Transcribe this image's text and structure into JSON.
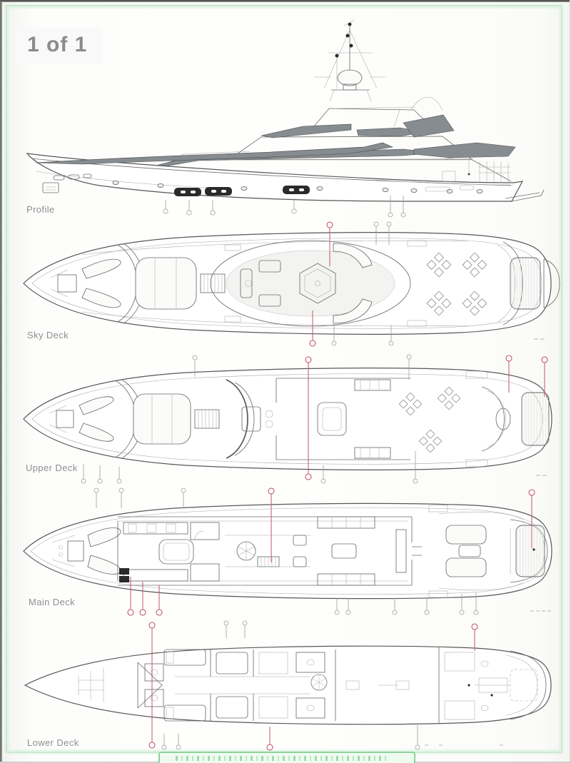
{
  "page": {
    "badge": "1 of 1"
  },
  "document": {
    "kind": "yacht-general-arrangement-drawing",
    "views": [
      {
        "label": "Profile"
      },
      {
        "label": "Sky Deck"
      },
      {
        "label": "Upper Deck"
      },
      {
        "label": "Main Deck"
      },
      {
        "label": "Lower Deck"
      }
    ]
  },
  "colors": {
    "frame_green": "#cbe9d1",
    "watermark_green": "#8cd39b",
    "annotation_red": "#c2566b",
    "drawing_line": "#575757",
    "glass_gray": "#878c90",
    "label_gray": "#8f8f8f"
  }
}
